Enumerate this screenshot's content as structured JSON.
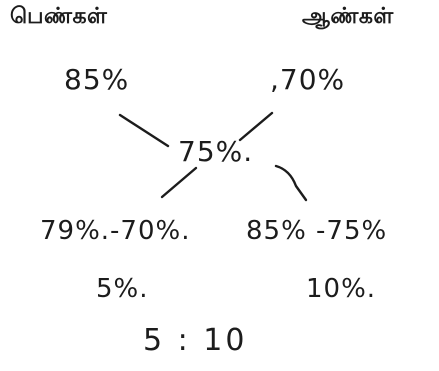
{
  "left_label": "பெண்கள்",
  "right_label": "ஆண்கள்",
  "left_value": "85%",
  "right_value": ",70%",
  "center_value": "75%.",
  "bottom_left_expr": "79%.-70%.",
  "bottom_right_expr": "85% -75%",
  "bottom_left_result": "5%.",
  "bottom_right_result": "10%.",
  "ratio": "5 : 10"
}
